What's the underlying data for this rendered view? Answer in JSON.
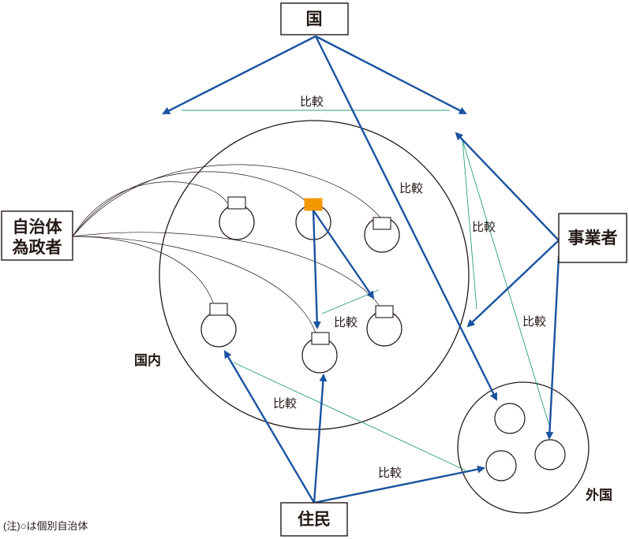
{
  "colors": {
    "arrow_blue": "#1a53a0",
    "compare_green": "#2a9d7c",
    "highlight_orange": "#f39800",
    "line_dark": "#231815"
  },
  "actors": {
    "kuni": "国",
    "jigyosha": "事業者",
    "jumin": "住民",
    "jichitai_line1": "自治体",
    "jichitai_line2": "為政者"
  },
  "regions": {
    "domestic": "国内",
    "foreign": "外国"
  },
  "compare_labels": {
    "top": "比較",
    "kuni_to_foreign": "比較",
    "jigyosha": "比較",
    "jigyosha_lower": "比較",
    "inner": "比較",
    "jumin_domestic": "比較",
    "jumin_foreign": "比較"
  },
  "note": "(注)○は個別自治体"
}
